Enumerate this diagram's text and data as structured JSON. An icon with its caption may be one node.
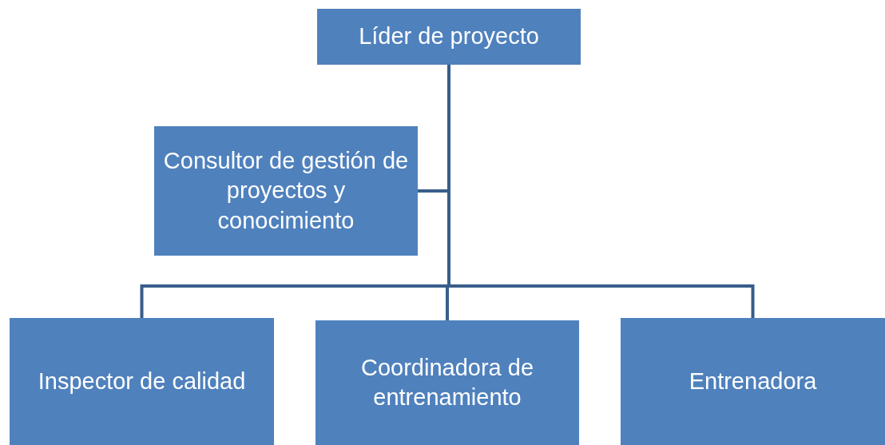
{
  "diagram": {
    "nodes": [
      {
        "text": [
          "Líder de proyecto"
        ]
      },
      {
        "text": [
          "Consultor de gestión de proyectos y conocimiento"
        ]
      },
      {
        "text": [
          "Inspector de calidad"
        ]
      },
      {
        "text": [
          "Coordinadora de entrenamiento"
        ]
      },
      {
        "text": [
          "Entrenadora"
        ]
      }
    ],
    "edges": [
      {
        "from": 0,
        "to": 1,
        "arrow": "none"
      },
      {
        "from": 0,
        "to": 2,
        "arrow": "none"
      },
      {
        "from": 0,
        "to": 3,
        "arrow": "none"
      },
      {
        "from": 0,
        "to": 4,
        "arrow": "none"
      }
    ]
  }
}
